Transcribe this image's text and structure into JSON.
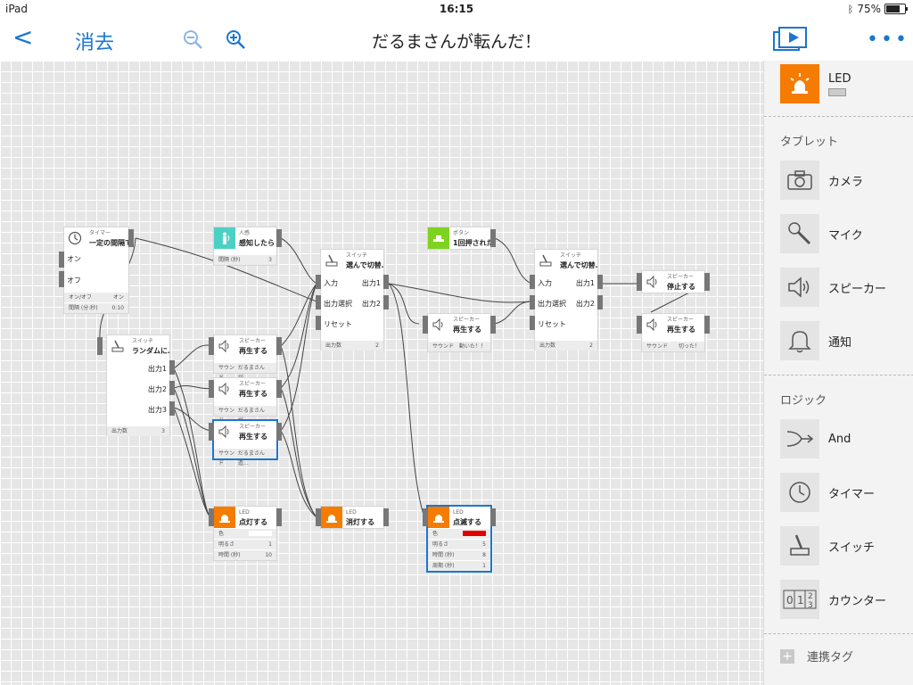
{
  "status": {
    "device": "iPad",
    "time": "16:15",
    "battery": "75%"
  },
  "nav": {
    "back_glyph": "<",
    "clear_label": "消去",
    "title": "だるまさんが転んだ！"
  },
  "nodes": {
    "timer": {
      "cat": "タイマー",
      "label": "一定の間隔で",
      "on": "オン",
      "off": "オフ",
      "r1k": "オン/オフ",
      "r1v": "オン",
      "r2k": "間隔 (分:秒)",
      "r2v": "0:10"
    },
    "human": {
      "cat": "人感",
      "label": "感知したら",
      "r1k": "間隔 (秒)",
      "r1v": "3"
    },
    "random": {
      "cat": "スイッチ",
      "label": "ランダムに…",
      "o1": "出力1",
      "o2": "出力2",
      "o3": "出力3",
      "r1k": "出力数",
      "r1v": "3"
    },
    "sp1": {
      "cat": "スピーカー",
      "label": "再生する",
      "r1k": "サウンド",
      "r1v": "だるまさんが…"
    },
    "sp2": {
      "cat": "スピーカー",
      "label": "再生する",
      "r1k": "サウンド",
      "r1v": "だるまさんが…"
    },
    "sp3": {
      "cat": "スピーカー",
      "label": "再生する",
      "r1k": "サウンド",
      "r1v": "だるまさん造…"
    },
    "sw2": {
      "cat": "スイッチ",
      "label": "選んで切替…",
      "in": "入力",
      "sel": "出力選択",
      "reset": "リセット",
      "o1": "出力1",
      "o2": "出力2",
      "r1k": "出力数",
      "r1v": "2"
    },
    "button": {
      "cat": "ボタン",
      "label": "1回押された…"
    },
    "sp4": {
      "cat": "スピーカー",
      "label": "再生する",
      "r1k": "サウンド",
      "r1v": "動いた！！"
    },
    "sw3": {
      "cat": "スイッチ",
      "label": "選んで切替…",
      "in": "入力",
      "sel": "出力選択",
      "reset": "リセット",
      "o1": "出力1",
      "o2": "出力2",
      "r1k": "出力数",
      "r1v": "2"
    },
    "stop": {
      "cat": "スピーカー",
      "label": "停止する"
    },
    "sp5": {
      "cat": "スピーカー",
      "label": "再生する",
      "r1k": "サウンド",
      "r1v": "切った！"
    },
    "led1": {
      "cat": "LED",
      "label": "点灯する",
      "r1k": "色",
      "r2k": "明るさ",
      "r2v": "1",
      "r3k": "時間 (秒)",
      "r3v": "10",
      "color": "#ffffff"
    },
    "led2": {
      "cat": "LED",
      "label": "消灯する"
    },
    "led3": {
      "cat": "LED",
      "label": "点滅する",
      "r1k": "色",
      "r2k": "明るさ",
      "r2v": "5",
      "r3k": "時間 (秒)",
      "r3v": "8",
      "r4k": "周期 (秒)",
      "r4v": "1",
      "color": "#e00000"
    }
  },
  "panel": {
    "device": {
      "label": "LED"
    },
    "tablet_header": "タブレット",
    "tablet": [
      {
        "label": "カメラ",
        "icon": "camera-icon"
      },
      {
        "label": "マイク",
        "icon": "microphone-icon"
      },
      {
        "label": "スピーカー",
        "icon": "speaker-icon"
      },
      {
        "label": "通知",
        "icon": "bell-icon"
      }
    ],
    "logic_header": "ロジック",
    "logic": [
      {
        "label": "And",
        "icon": "and-icon"
      },
      {
        "label": "タイマー",
        "icon": "timer-icon"
      },
      {
        "label": "スイッチ",
        "icon": "switch-icon"
      },
      {
        "label": "カウンター",
        "icon": "counter-icon"
      }
    ],
    "tag_label": "連携タグ"
  },
  "colors": {
    "accent": "#1a76d2",
    "led": "#f57c00",
    "human": "#4dd0c4",
    "button": "#7ed321"
  }
}
